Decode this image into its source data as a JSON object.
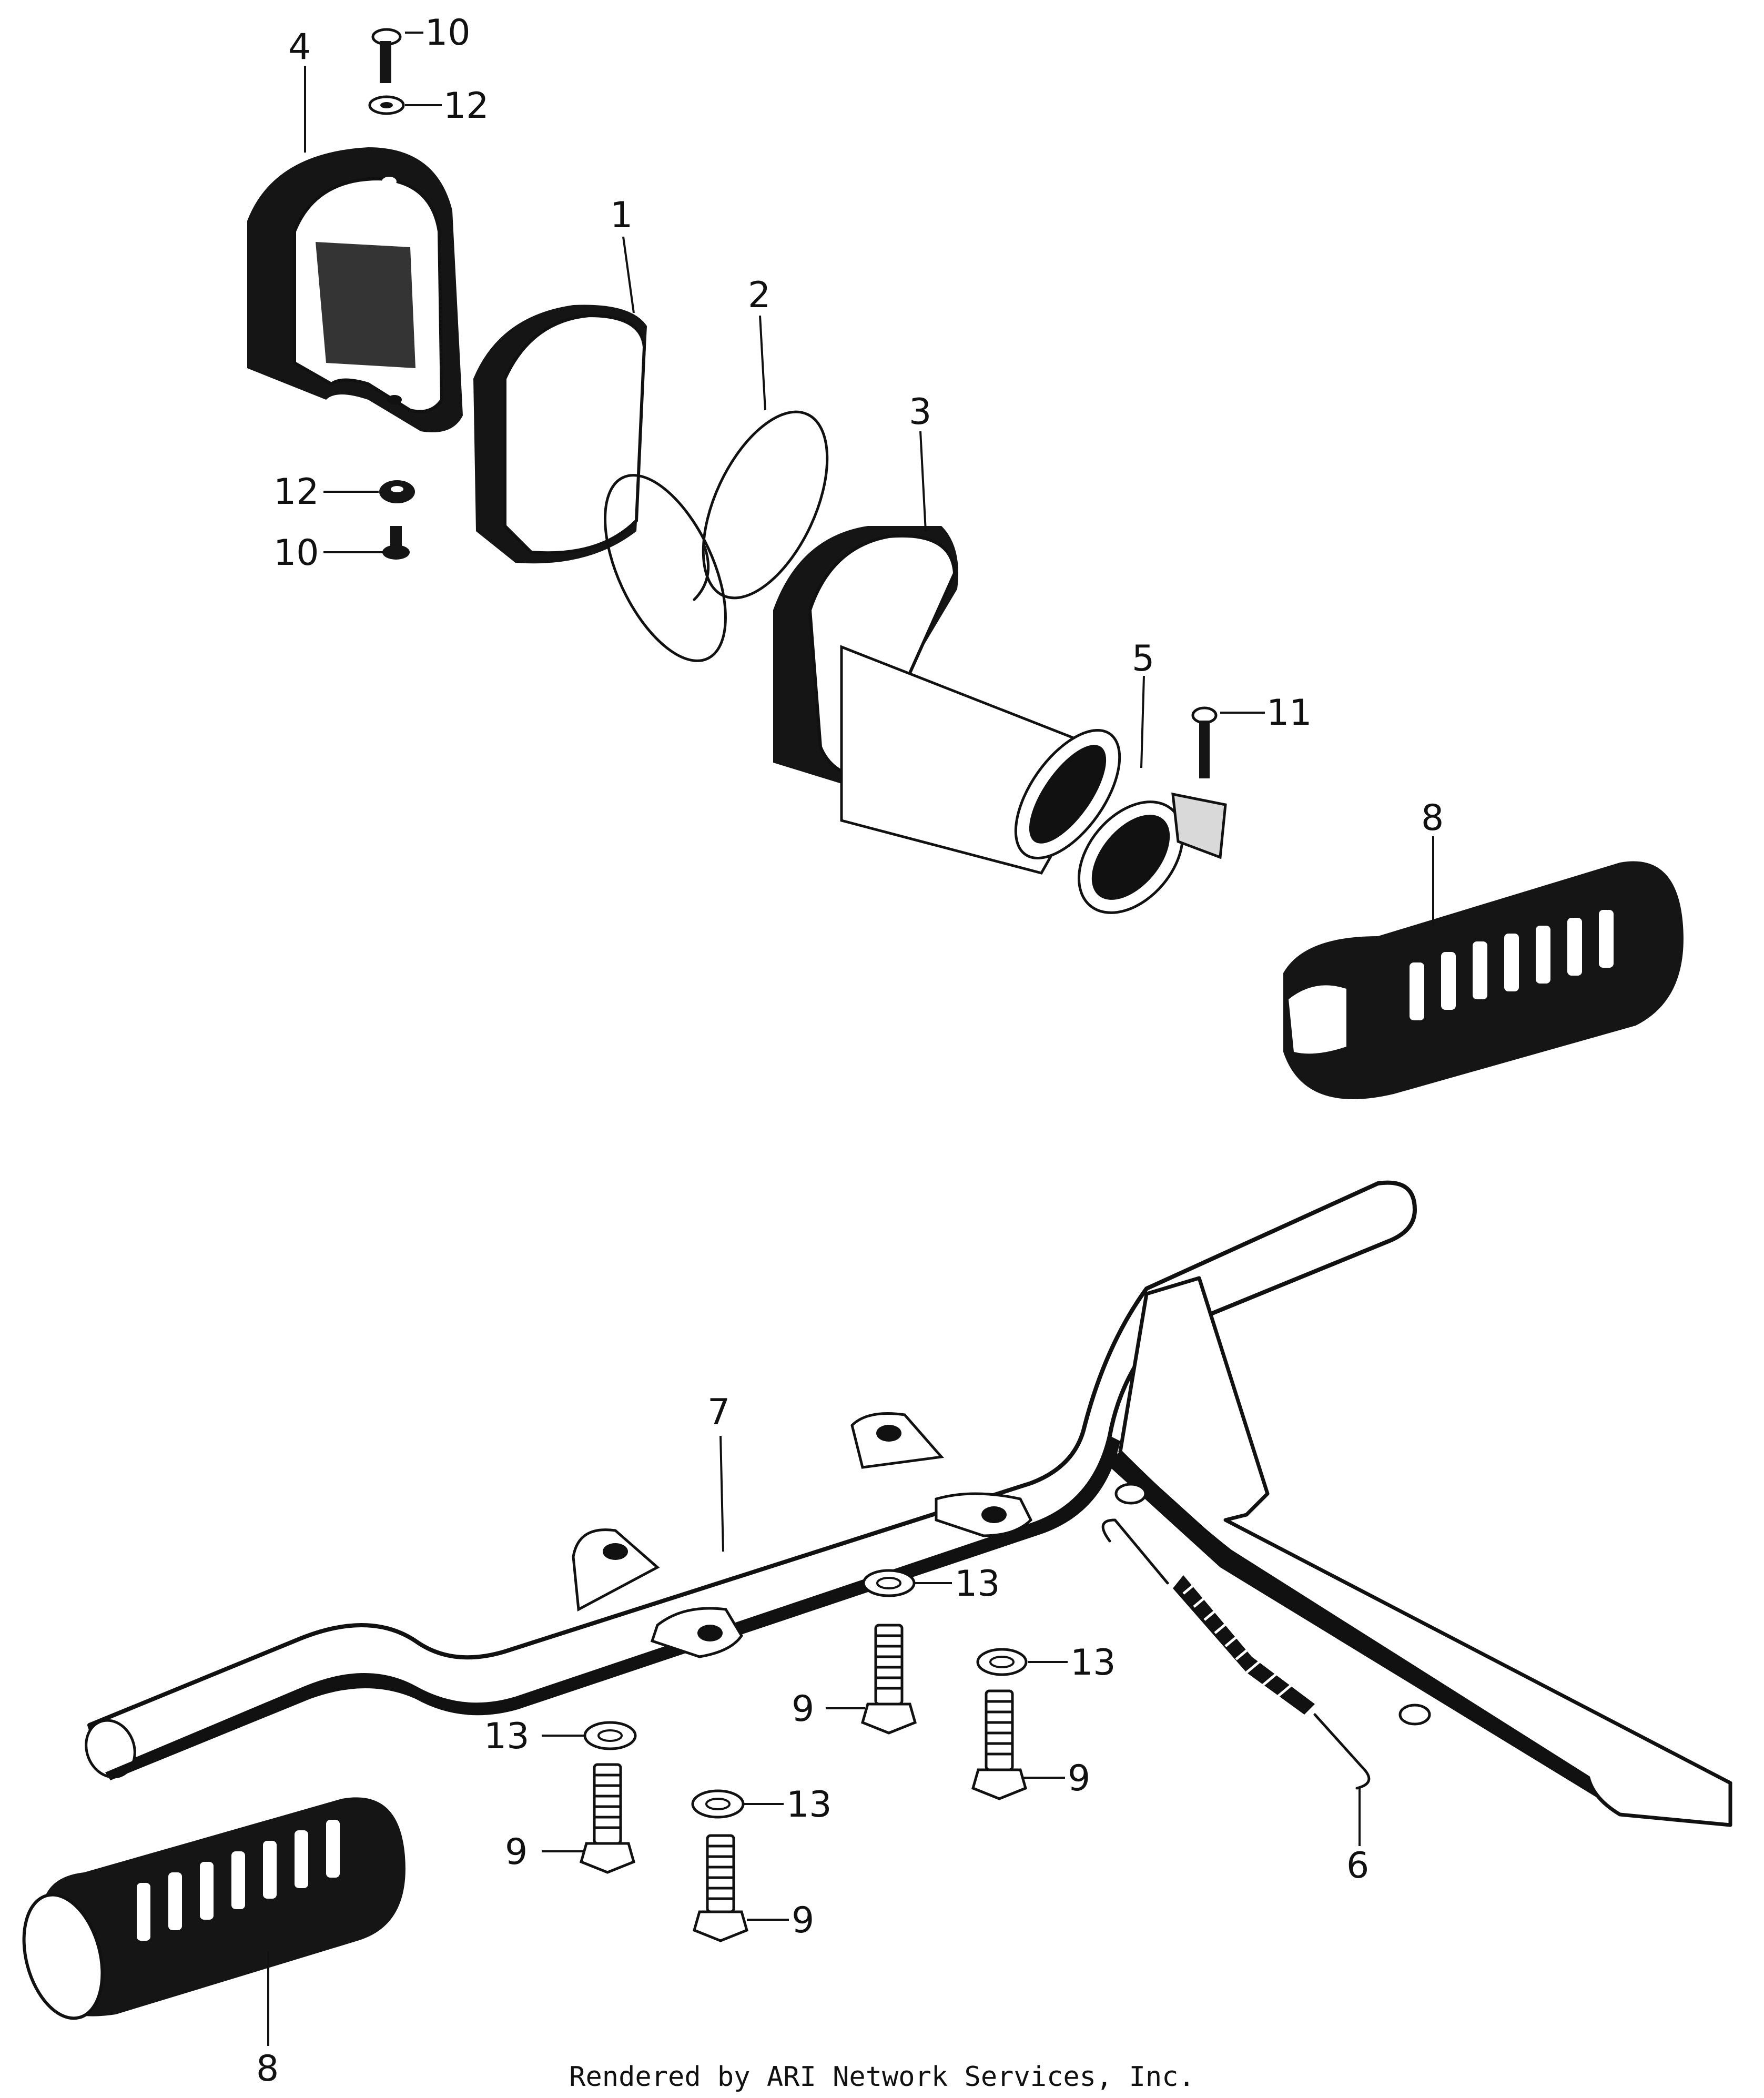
{
  "callouts": {
    "c1": "1",
    "c2": "2",
    "c3": "3",
    "c4": "4",
    "c5": "5",
    "c6": "6",
    "c7": "7",
    "c8a": "8",
    "c8b": "8",
    "c9a": "9",
    "c9b": "9",
    "c9c": "9",
    "c9d": "9",
    "c10a": "10",
    "c10b": "10",
    "c11": "11",
    "c12a": "12",
    "c12b": "12",
    "c13a": "13",
    "c13b": "13",
    "c13c": "13",
    "c13d": "13"
  },
  "footer": "Rendered by ARI Network Services, Inc."
}
